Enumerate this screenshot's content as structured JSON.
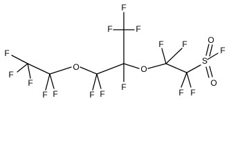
{
  "molecule": {
    "atoms": {
      "f_left_top": "F",
      "f_left_mid": "F",
      "f_left_bot": "F",
      "f_c2_a": "F",
      "f_c2_b": "F",
      "o_left": "O",
      "f_c3_a": "F",
      "f_c3_b": "F",
      "f_cf3_left": "F",
      "f_cf3_top": "F",
      "f_cf3_right": "F",
      "f_c5": "F",
      "o_mid": "O",
      "f_c6_a": "F",
      "f_c6_b": "F",
      "f_c7_a": "F",
      "f_c7_b": "F",
      "s": "S",
      "f_s": "F",
      "o_s_top": "O",
      "o_s_bot": "O"
    }
  }
}
